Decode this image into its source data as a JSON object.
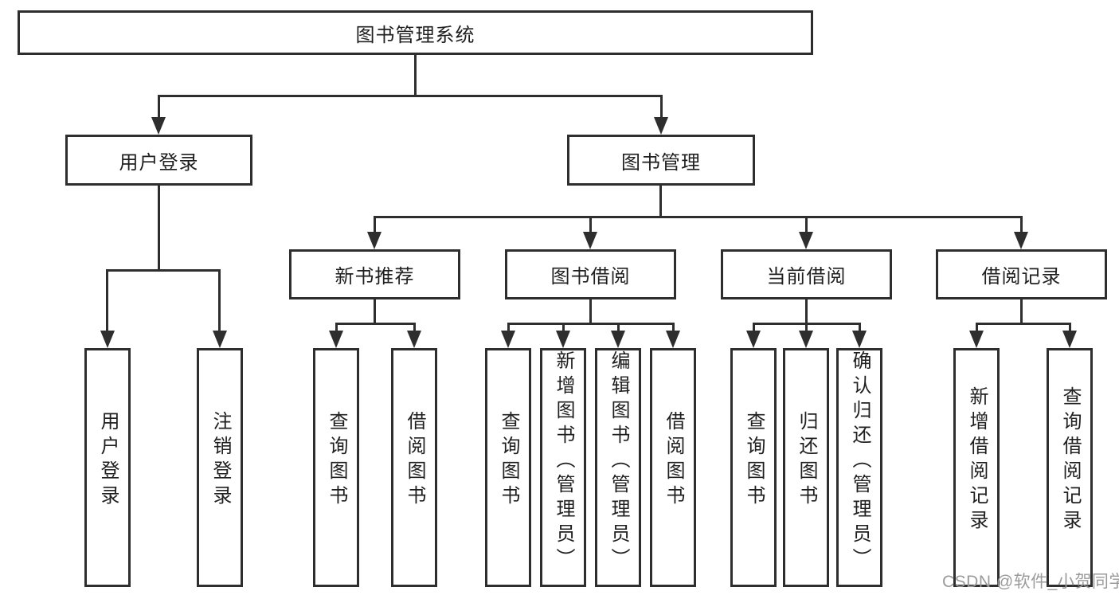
{
  "diagram": {
    "root": "图书管理系统",
    "level2": {
      "user_login": "用户登录",
      "book_mgmt": "图书管理"
    },
    "level3": {
      "new_book": "新书推荐",
      "borrow": "图书借阅",
      "current": "当前借阅",
      "records": "借阅记录"
    },
    "leaves": {
      "user_login": {
        "login": "用户登录",
        "logout": "注销登录"
      },
      "new_book": {
        "query": "查询图书",
        "borrow": "借阅图书"
      },
      "borrow": {
        "query": "查询图书",
        "add": "新增图书（管理员）",
        "edit": "编辑图书（管理员）",
        "borrow": "借阅图书"
      },
      "current": {
        "query": "查询图书",
        "return": "归还图书",
        "confirm": "确认归还（管理员）"
      },
      "records": {
        "add": "新增借阅记录",
        "query": "查询借阅记录"
      }
    }
  },
  "watermark": "CSDN @软件_小贺同学",
  "colors": {
    "line": "#2e2e2e",
    "text": "#1f1f1f",
    "watermark": "#9b9b9b",
    "background": "#ffffff"
  }
}
